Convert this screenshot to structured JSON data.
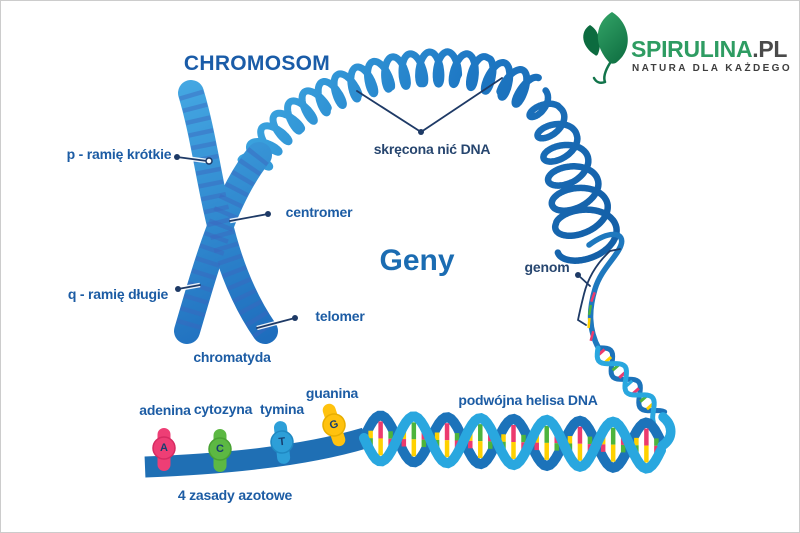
{
  "header": {
    "title": "CHROMOSOM"
  },
  "logo": {
    "brand": "SPIRULINA",
    "tld": ".PL",
    "tagline": "NATURA DLA KAŻDEGO"
  },
  "labels": {
    "p_arm": "p - ramię krótkie",
    "centromere": "centromer",
    "q_arm": "q - ramię długie",
    "telomere": "telomer",
    "chromatid": "chromatyda",
    "twisted_dna": "skręcona nić DNA",
    "genes": "Geny",
    "genome": "genom",
    "double_helix": "podwójna helisa DNA",
    "bases_caption": "4 zasady azotowe"
  },
  "bases": [
    {
      "name": "adenina",
      "letter": "A",
      "color": "#EE3E75"
    },
    {
      "name": "cytozyna",
      "letter": "C",
      "color": "#5CB843"
    },
    {
      "name": "tymina",
      "letter": "T",
      "color": "#2D9FD8"
    },
    {
      "name": "guanina",
      "letter": "G",
      "color": "#FFC20E"
    }
  ],
  "colors": {
    "chrom_light": "#44A7E2",
    "chrom_dark": "#1E6DBD",
    "chrom_stripe": "#3B67BE",
    "coil_light": "#3FA9E2",
    "coil_mid": "#1E78C4",
    "coil_dark": "#1460A8",
    "strand_front": "#29A7DF",
    "strand_back": "#1C73BA",
    "ribbon": "#1F6FB4",
    "rung_yellow": "#FFD100",
    "rung_green": "#4DB43C",
    "rung_pink": "#EC3A6E",
    "rung_blue": "#2AA9E0",
    "pointer": "#1E3A66",
    "label": "#1C5CA4",
    "label_dark": "#27466F",
    "title": "#1A5CA8",
    "logo_green": "#2E9C62",
    "logo_gray": "#4A4A4A",
    "leaf_dark": "#0C6B3F",
    "leaf_light": "#36A86A"
  }
}
